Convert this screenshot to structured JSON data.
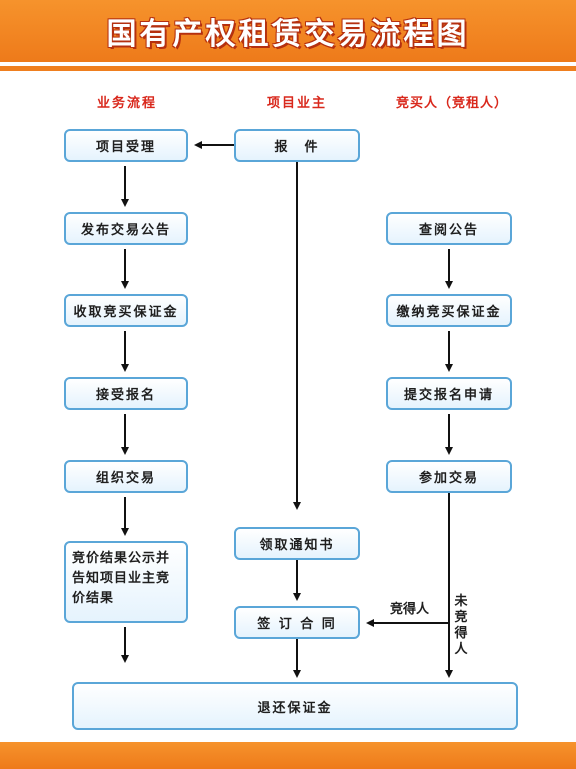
{
  "title": "国有产权租赁交易流程图",
  "columns": {
    "business": "业务流程",
    "owner": "项目业主",
    "bidder": "竞买人（竞租人）"
  },
  "business_steps": [
    "项目受理",
    "发布交易公告",
    "收取竞买保证金",
    "接受报名",
    "组织交易",
    "竞价结果公示并告知项目业主竞价结果"
  ],
  "owner_steps": {
    "submit": "报　件",
    "notice": "领取通知书",
    "contract": "签 订 合 同"
  },
  "bidder_steps": [
    "查阅公告",
    "缴纳竞买保证金",
    "提交报名申请",
    "参加交易"
  ],
  "final_step": "退还保证金",
  "labels": {
    "winner": "竞得人",
    "non_winner": "未竞得人"
  }
}
